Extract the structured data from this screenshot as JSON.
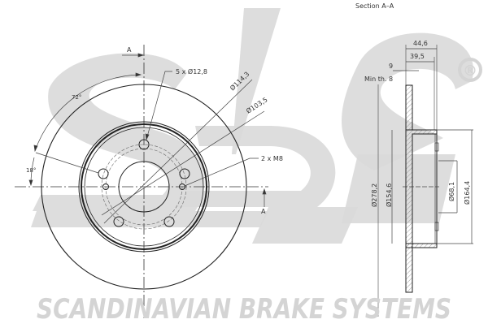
{
  "brand": {
    "watermark_logo": "sbs",
    "registered_mark": "®",
    "footer": "SCANDINAVIAN BRAKE SYSTEMS",
    "watermark_color": "#d9d9d9"
  },
  "front_view": {
    "section_marker_top": "A",
    "section_marker_bottom": "A",
    "bolt_holes_label": "5 x Ø12,8",
    "pcd_label": "Ø114,3",
    "inner_circle_label": "Ø103,5",
    "threaded_holes_label": "2 x M8",
    "angle_72": "72°",
    "angle_18": "18°"
  },
  "section_view": {
    "title": "Section A–A",
    "overall_height": "44,6",
    "hat_height": "39,5",
    "thickness": "9",
    "min_thickness": "Min th. 8",
    "outer_diameter": "Ø278,2",
    "hat_inner_diameter": "Ø154,6",
    "center_bore": "Ø68,1",
    "hat_outer_diameter": "Ø164,4"
  },
  "colors": {
    "line": "#222222",
    "dim": "#444444",
    "watermark": "#d9d9d9"
  }
}
